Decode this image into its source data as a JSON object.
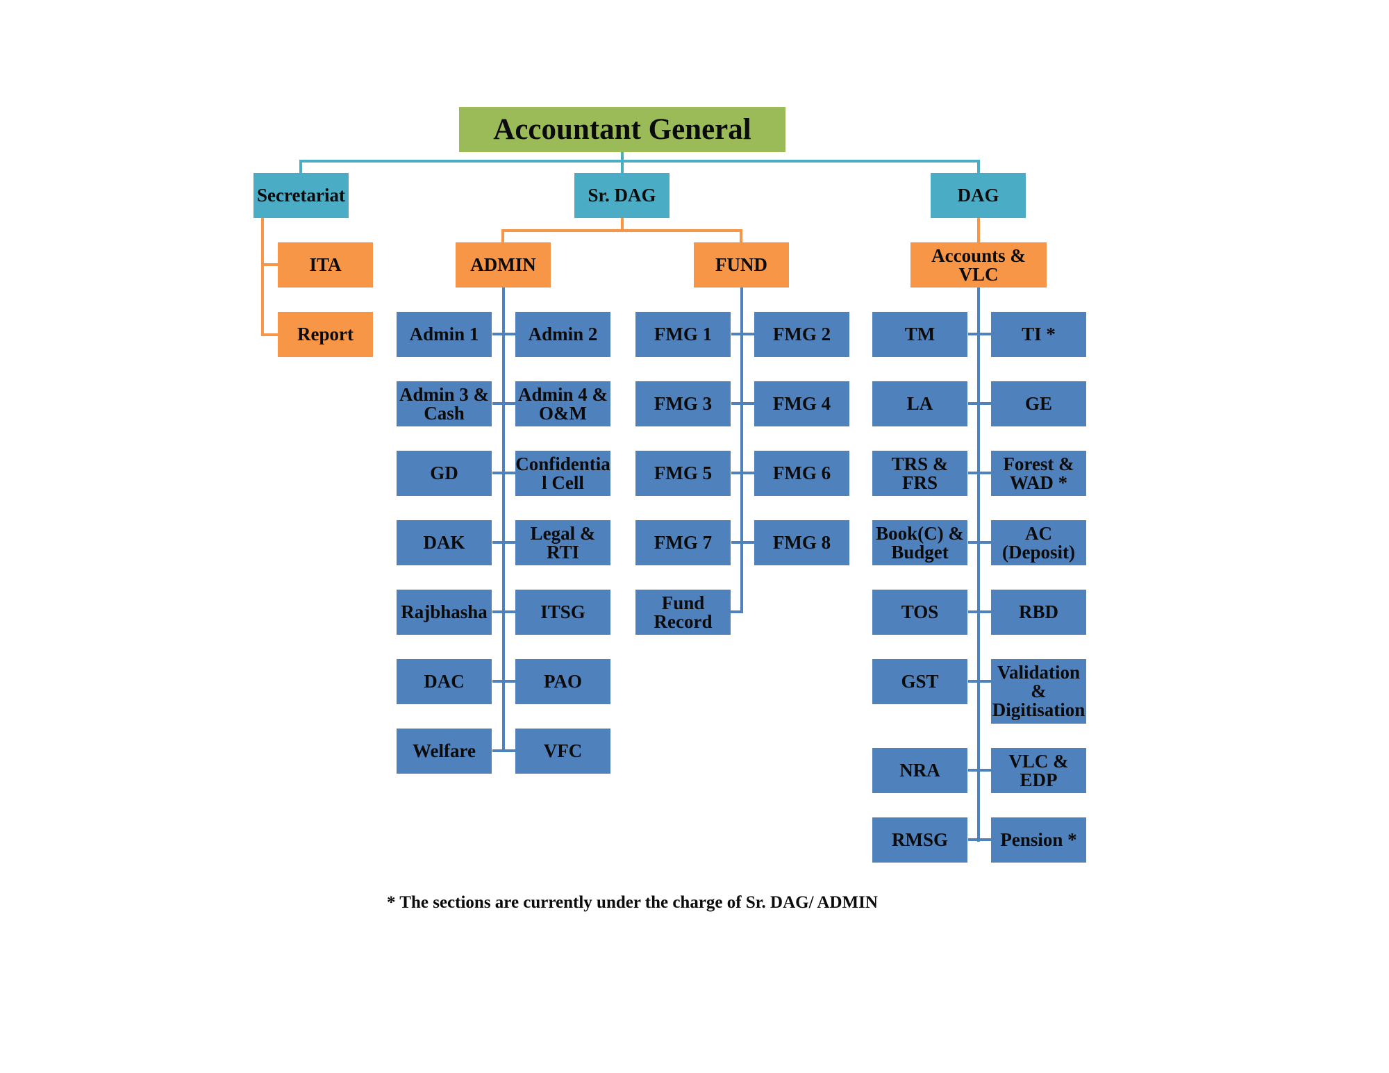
{
  "root": {
    "label": "Accountant General"
  },
  "level1": [
    {
      "key": "secretariat",
      "label": "Secretariat"
    },
    {
      "key": "sr_dag",
      "label": "Sr. DAG"
    },
    {
      "key": "dag",
      "label": "DAG"
    }
  ],
  "secretariat_sections": [
    "ITA",
    "Report"
  ],
  "sr_dag_wings": [
    {
      "key": "admin",
      "label": "ADMIN"
    },
    {
      "key": "fund",
      "label": "FUND"
    }
  ],
  "dag_wings": [
    {
      "key": "accounts_vlc",
      "label": "Accounts &\nVLC"
    }
  ],
  "admin_sections": {
    "left": [
      "Admin 1",
      "Admin 3 &\nCash",
      "GD",
      "DAK",
      "Rajbhasha",
      "DAC",
      "Welfare"
    ],
    "right": [
      "Admin 2",
      "Admin 4 &\nO&M",
      "Confidentia\nl Cell",
      "Legal &\nRTI",
      "ITSG",
      "PAO",
      "VFC"
    ]
  },
  "fund_sections": {
    "left": [
      "FMG 1",
      "FMG 3",
      "FMG 5",
      "FMG 7",
      "Fund\nRecord"
    ],
    "right": [
      "FMG 2",
      "FMG 4",
      "FMG 6",
      "FMG 8"
    ]
  },
  "accounts_vlc_sections": {
    "left": [
      "TM",
      "LA",
      "TRS &\nFRS",
      "Book(C) &\nBudget",
      "TOS",
      "GST",
      "NRA",
      "RMSG"
    ],
    "right": [
      "TI *",
      "GE",
      "Forest &\nWAD *",
      "AC\n(Deposit)",
      "RBD",
      "Validation\n&\nDigitisation",
      "VLC &\nEDP",
      "Pension *"
    ]
  },
  "footnote": "* The sections are currently under the charge of Sr. DAG/ ADMIN",
  "colors": {
    "root": "#9bbb59",
    "level1": "#4bacc6",
    "wing": "#f79646",
    "section": "#4f81bd",
    "connector_teal": "#4bacc6",
    "connector_orange": "#f79646",
    "connector_blue": "#4f81bd"
  }
}
